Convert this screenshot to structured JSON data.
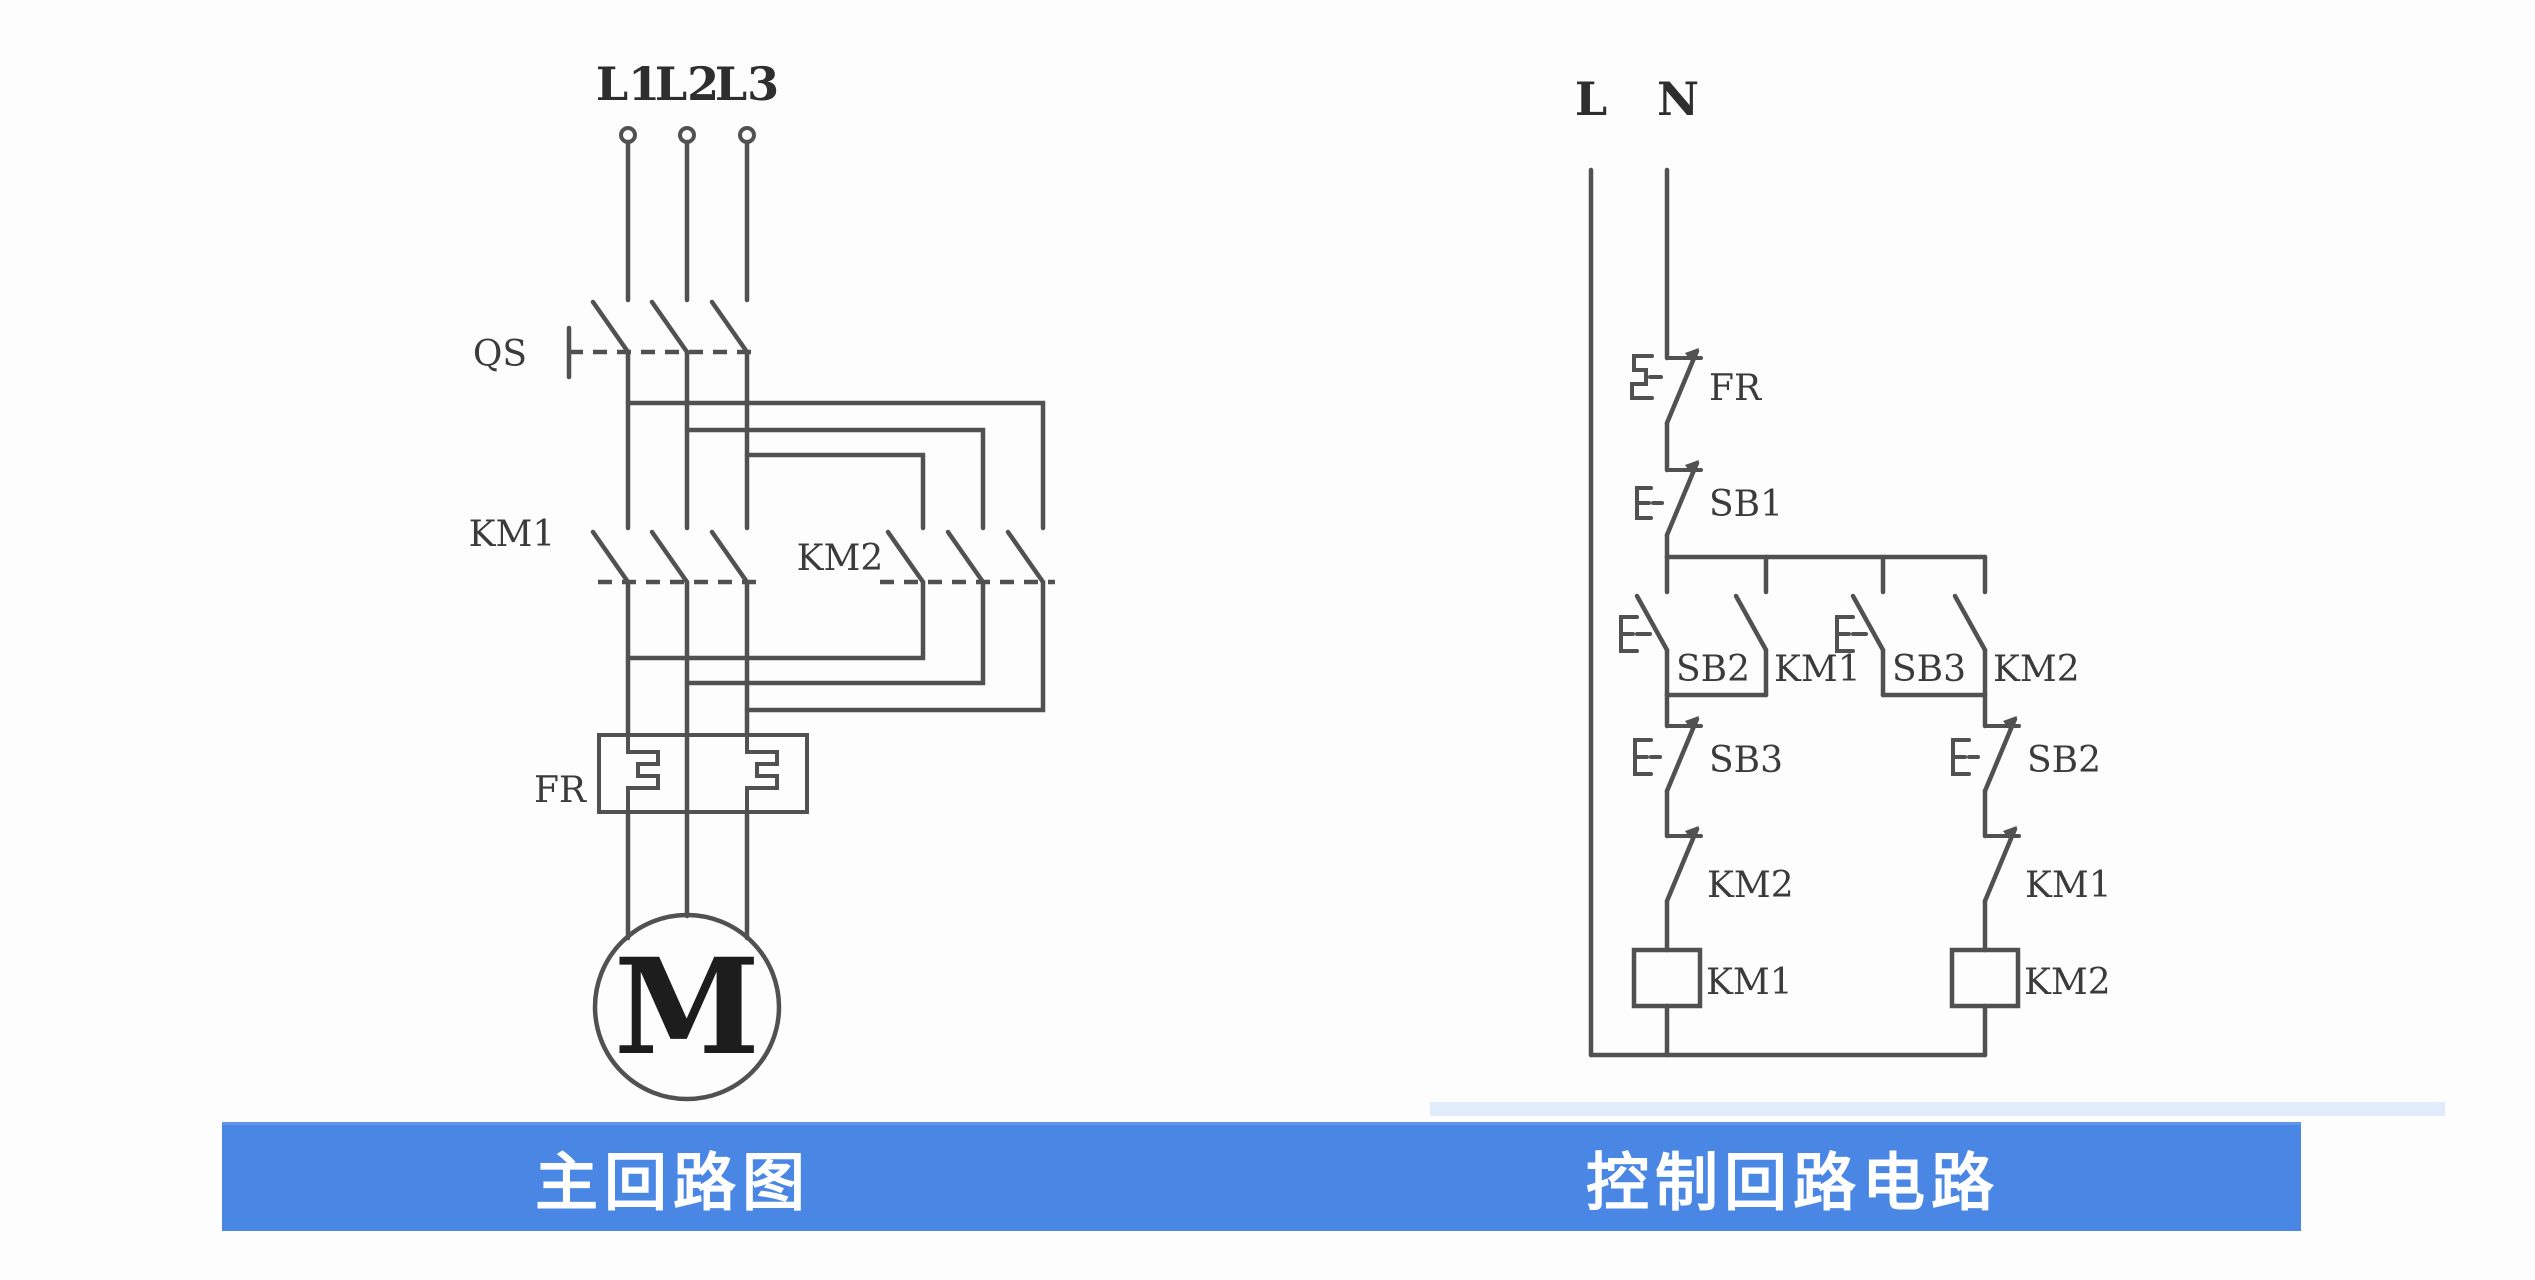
{
  "main_circuit": {
    "title": "主回路图",
    "phase_labels": [
      "L1",
      "L2",
      "L3"
    ],
    "switch_label": "QS",
    "contactor_forward_label": "KM1",
    "contactor_reverse_label": "KM2",
    "thermal_relay_label": "FR",
    "motor_label": "M"
  },
  "control_circuit": {
    "title": "控制回路电路",
    "line_label": "L",
    "neutral_label": "N",
    "thermal_contact_label": "FR",
    "stop_button_label": "SB1",
    "forward_branch": {
      "start_button": "SB2",
      "seal_in_contact": "KM1",
      "interlock_button": "SB3",
      "interlock_contact": "KM2",
      "coil": "KM1"
    },
    "reverse_branch": {
      "start_button": "SB3",
      "seal_in_contact": "KM2",
      "interlock_button": "SB2",
      "interlock_contact": "KM1",
      "coil": "KM2"
    }
  },
  "colors": {
    "banner_blue": "#4a87e4",
    "wire_gray": "#515151",
    "title_text": "#ffffff",
    "background": "#fdfdfe"
  }
}
